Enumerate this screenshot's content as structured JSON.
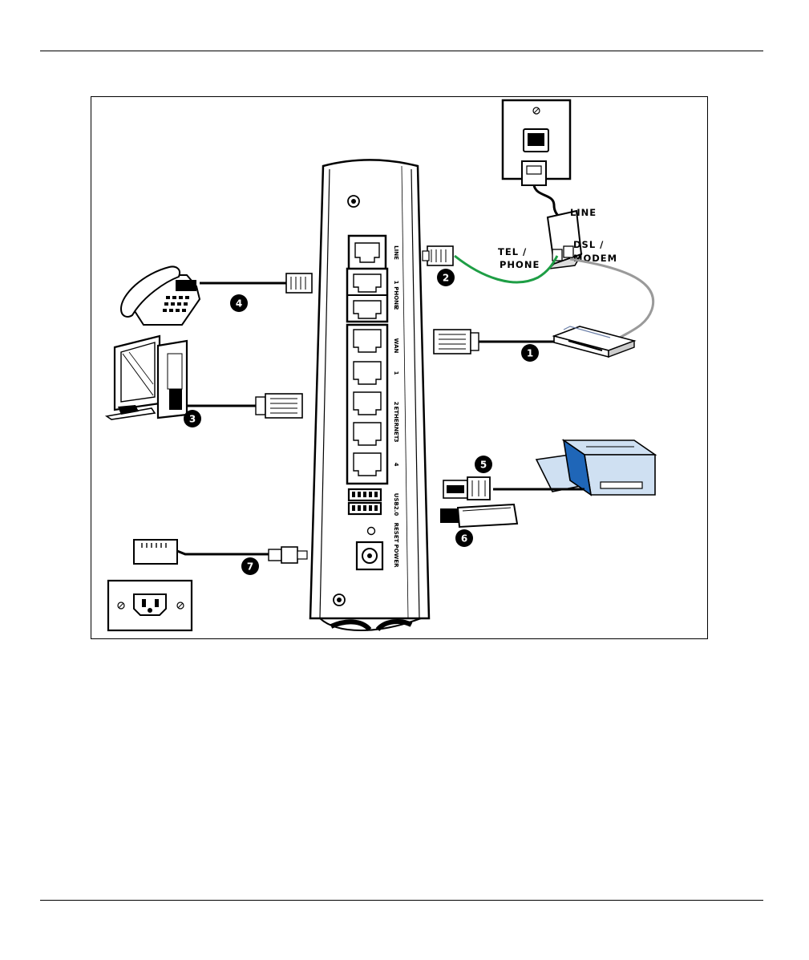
{
  "figure": {
    "callouts": {
      "line": "LINE",
      "tel_phone_1": "TEL /",
      "tel_phone_2": "PHONE",
      "dsl_modem_1": "DSL /",
      "dsl_modem_2": "MODEM"
    },
    "ports": {
      "line": "LINE",
      "phone_1": "1",
      "phone": "PHONE",
      "phone_2": "2",
      "wan": "WAN",
      "eth_1": "1",
      "eth_2": "2",
      "eth_3": "3",
      "ethernet": "ETHERNET",
      "eth_4": "4",
      "usb": "USB2.0",
      "reset": "RESET",
      "power": "POWER"
    },
    "badges": [
      "1",
      "2",
      "3",
      "4",
      "5",
      "6",
      "7"
    ]
  },
  "colors": {
    "phone_cable": "#1e9e45",
    "dsl_cable": "#9a9a9a",
    "printer_blue": "#1f66b8",
    "printer_light": "#cfe0f2"
  }
}
